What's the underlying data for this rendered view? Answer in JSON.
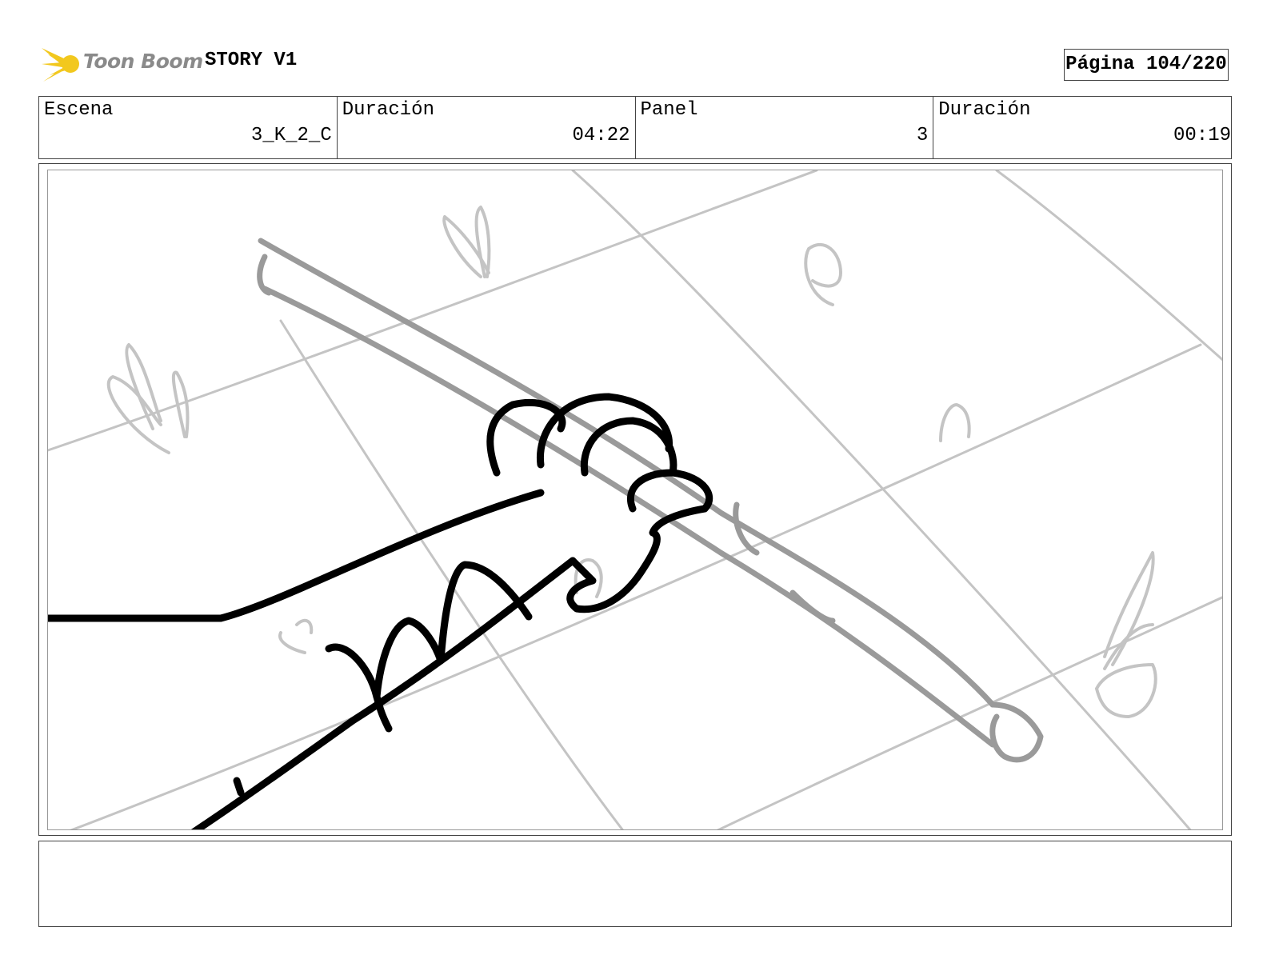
{
  "header": {
    "logo_text": "Toon Boom",
    "story_title": "STORY V1",
    "page_indicator": "Página 104/220"
  },
  "info": {
    "scene_label": "Escena",
    "scene_value": "3_K_2_C",
    "scene_duration_label": "Duración",
    "scene_duration_value": "04:22",
    "panel_label": "Panel",
    "panel_value": "3",
    "panel_duration_label": "Duración",
    "panel_duration_value": "00:19"
  },
  "colors": {
    "logo_accent": "#f2c81e",
    "sketch_dark": "#000000",
    "sketch_gray": "#9a9a9a",
    "sketch_light": "#c4c4c4"
  },
  "notes": {
    "text": ""
  }
}
